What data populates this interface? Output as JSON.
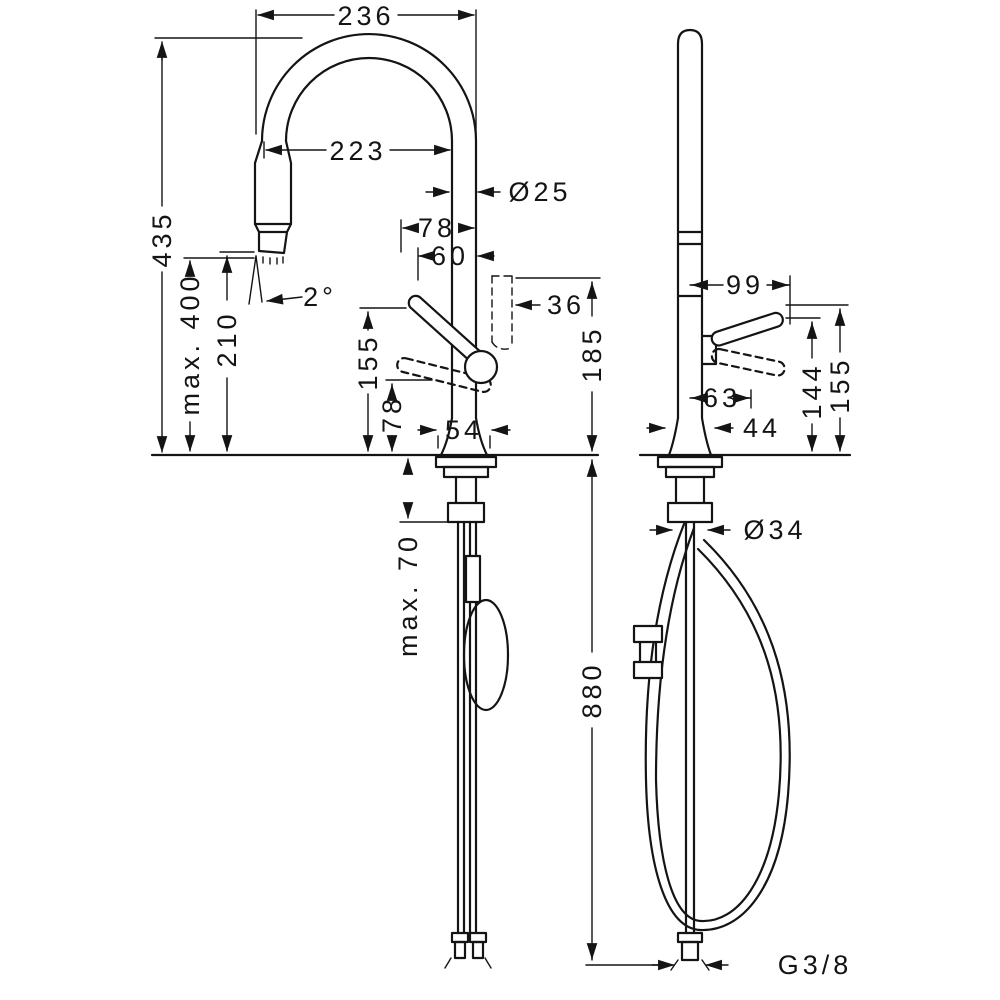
{
  "colors": {
    "background": "#ffffff",
    "line": "#141414"
  },
  "side": {
    "spout_reach_overall": "236",
    "spout_reach": "223",
    "spout_diameter": "Ø25",
    "handle_offset_a": "78",
    "handle_offset_b": "60",
    "spray_offset": "36",
    "outlet_height": "185",
    "total_height": "435",
    "max_hose_pull": "max. 400",
    "clearance_height": "210",
    "spray_angle": "2°",
    "handle_top_height": "155",
    "lever_base_height": "78",
    "base_diameter": "54",
    "max_deck_thickness": "max. 70",
    "hose_length_below": "880"
  },
  "front": {
    "handle_reach": "99",
    "handle_pivot_offset": "63",
    "handle_height_low": "144",
    "handle_height_high": "155",
    "base_width": "44",
    "hole_diameter": "Ø34",
    "connection_thread": "G3/8"
  }
}
